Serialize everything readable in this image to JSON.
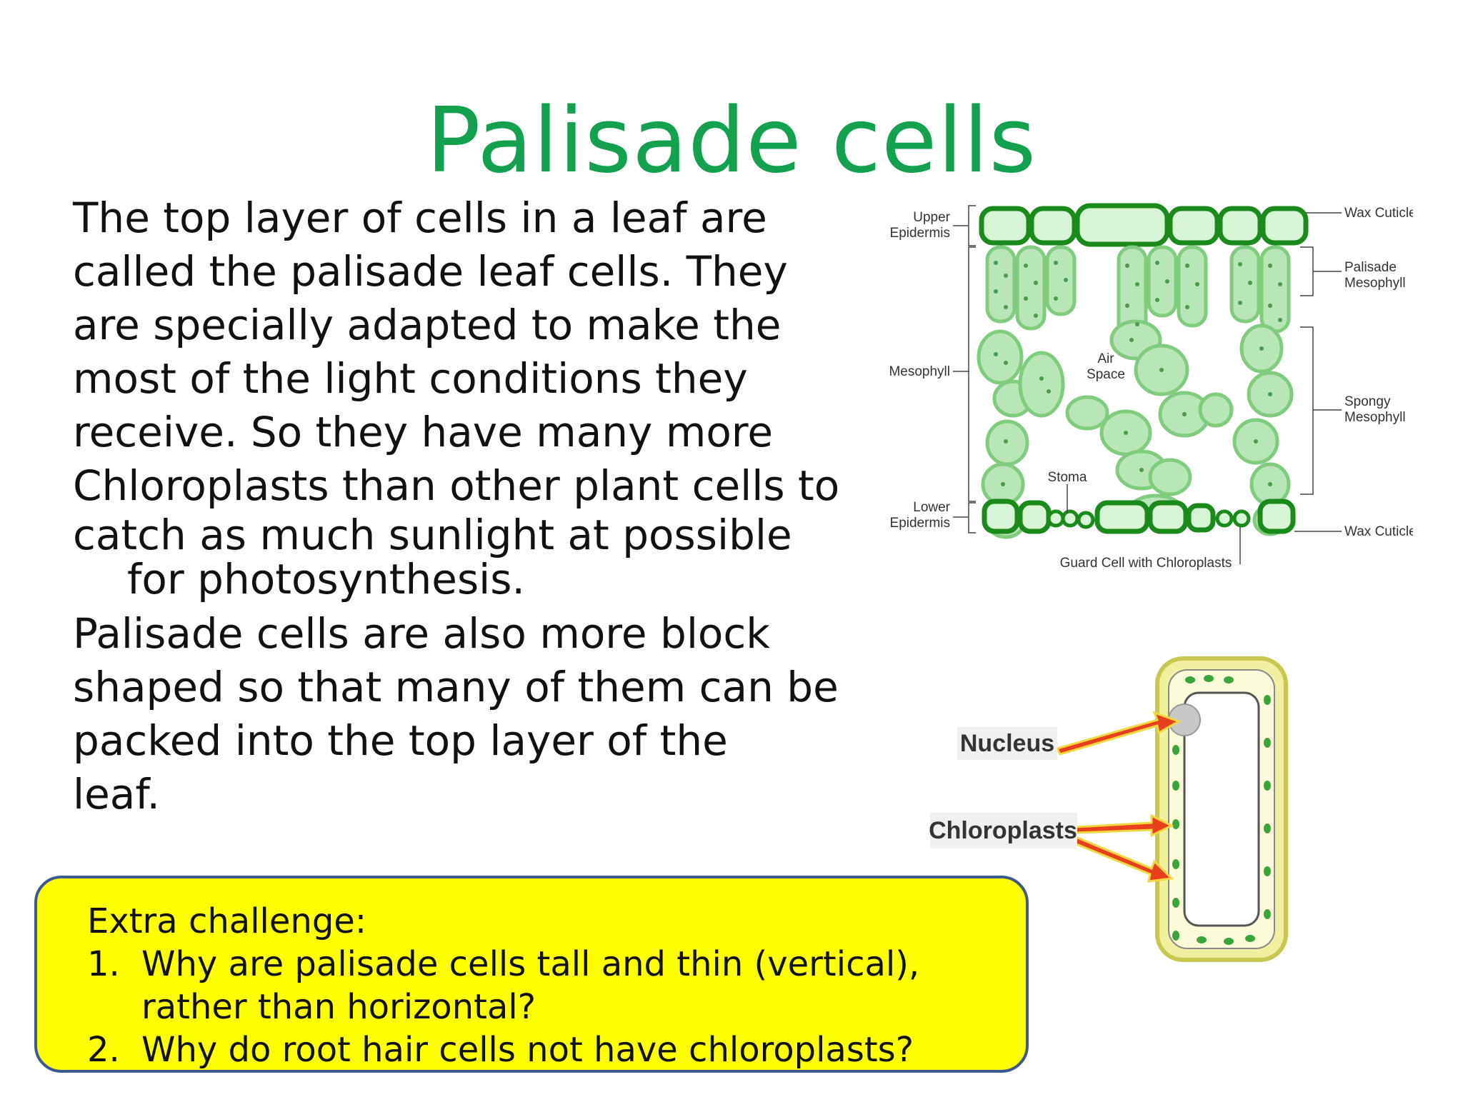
{
  "title": "Palisade cells",
  "body": {
    "lines": [
      "The top layer of cells in a leaf are",
      "called the palisade leaf cells. They",
      "are specially adapted  to make the",
      "most of the light conditions they",
      "receive. So they have many more",
      "Chloroplasts than other plant cells to",
      "catch as much sunlight at possible",
      "for photosynthesis.",
      "Palisade cells are also more block",
      "shaped so that many of them can be",
      "packed into the top layer of the",
      "leaf."
    ]
  },
  "challenge": {
    "heading": "Extra challenge:",
    "questions": [
      {
        "num": "1.",
        "line1": "Why are palisade cells tall and thin (vertical),",
        "line2": "rather than  horizontal?"
      },
      {
        "num": "2.",
        "line1": "Why do root hair cells not have chloroplasts?"
      }
    ]
  },
  "leaf_diagram": {
    "labels": {
      "upper_epidermis_1": "Upper",
      "upper_epidermis_2": "Epidermis",
      "mesophyll": "Mesophyll",
      "lower_epidermis_1": "Lower",
      "lower_epidermis_2": "Epidermis",
      "wax_cuticle_top": "Wax Cuticle",
      "palisade_mesophyll_1": "Palisade",
      "palisade_mesophyll_2": "Mesophyll",
      "spongy_mesophyll_1": "Spongy",
      "spongy_mesophyll_2": "Mesophyll",
      "wax_cuticle_bottom": "Wax Cuticle",
      "air_space_1": "Air",
      "air_space_2": "Space",
      "stoma": "Stoma",
      "guard_cell": "Guard Cell with Chloroplasts"
    },
    "colors": {
      "cell_fill": "#b8e6b8",
      "cell_stroke": "#7fcc7f",
      "epidermis_fill": "#d5f5d5",
      "epidermis_stroke": "#1a8a1a"
    }
  },
  "cell_diagram": {
    "labels": {
      "nucleus": "Nucleus",
      "chloroplasts": "Chloroplasts"
    },
    "colors": {
      "wall": "#f0f0a0",
      "chloroplast": "#3aa63a",
      "arrow": "#e8401c"
    }
  }
}
